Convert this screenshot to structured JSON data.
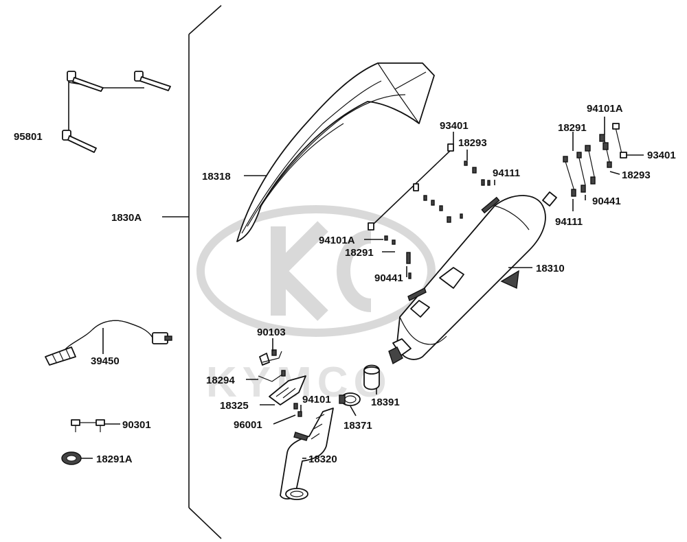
{
  "watermark": {
    "text": "KYMCO"
  },
  "assembly_label": "1830A",
  "labels": {
    "p95801": "95801",
    "p18318": "18318",
    "p93401_l": "93401",
    "p18293_l": "18293",
    "p94111_l": "94111",
    "p94101A_r": "94101A",
    "p18291_r": "18291",
    "p93401_r": "93401",
    "p18293_r": "18293",
    "p90441_r": "90441",
    "p94111_r": "94111",
    "p94101A_l": "94101A",
    "p18291_l": "18291",
    "p90441_l": "90441",
    "p18310": "18310",
    "p39450": "39450",
    "p90103": "90103",
    "p18294": "18294",
    "p18325": "18325",
    "p94101": "94101",
    "p18391": "18391",
    "p96001": "96001",
    "p18371": "18371",
    "p90301": "90301",
    "p18320": "18320",
    "p18291A": "18291A"
  }
}
